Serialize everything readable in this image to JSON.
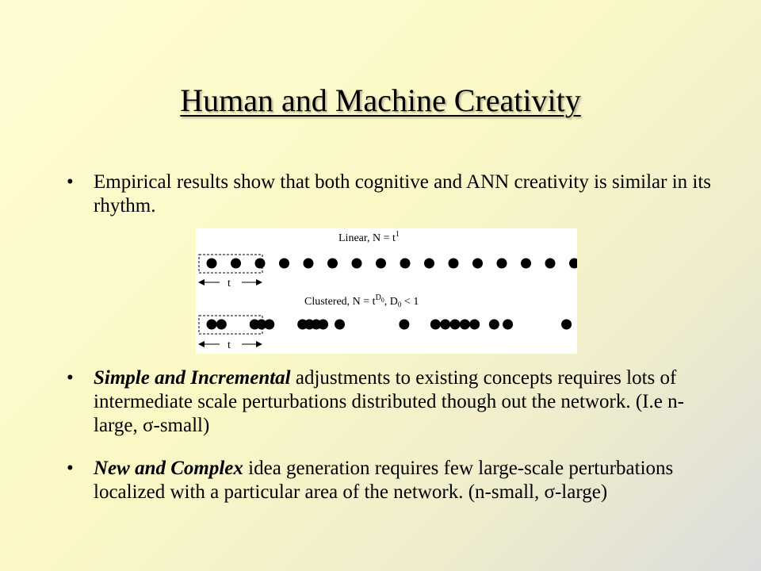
{
  "slide": {
    "title": "Human and Machine Creativity",
    "bullets": [
      {
        "marker": "•",
        "emphasis": "",
        "text": "Empirical results show that both cognitive and ANN creativity is similar in its rhythm."
      },
      {
        "marker": "•",
        "emphasis": "Simple and Incremental",
        "text": " adjustments to existing concepts requires lots of intermediate scale perturbations distributed though out the network. (I.e n-large, σ-small)"
      },
      {
        "marker": "•",
        "emphasis": "New and Complex",
        "text": " idea generation requires few large-scale perturbations localized with a particular area of the network. (n-small, σ-large)"
      }
    ]
  },
  "figure": {
    "linear_label": "Linear, N = t",
    "linear_exp": "1",
    "clustered_label": "Clustered, N = t",
    "clustered_exp": "D",
    "clustered_exp_sub": "0",
    "clustered_cond": ", D",
    "clustered_cond_sub": "0",
    "clustered_cond_tail": " < 1",
    "window_label_1": "t",
    "window_label_2": "t",
    "linear_dot_count": 16,
    "clustered_dot_positions": [
      0.0,
      0.1,
      0.44,
      0.51,
      0.59,
      0.93,
      1.0,
      1.07,
      1.14,
      1.31,
      1.97,
      2.29,
      2.39,
      2.49,
      2.59,
      2.69,
      2.89,
      3.03,
      3.63
    ]
  }
}
